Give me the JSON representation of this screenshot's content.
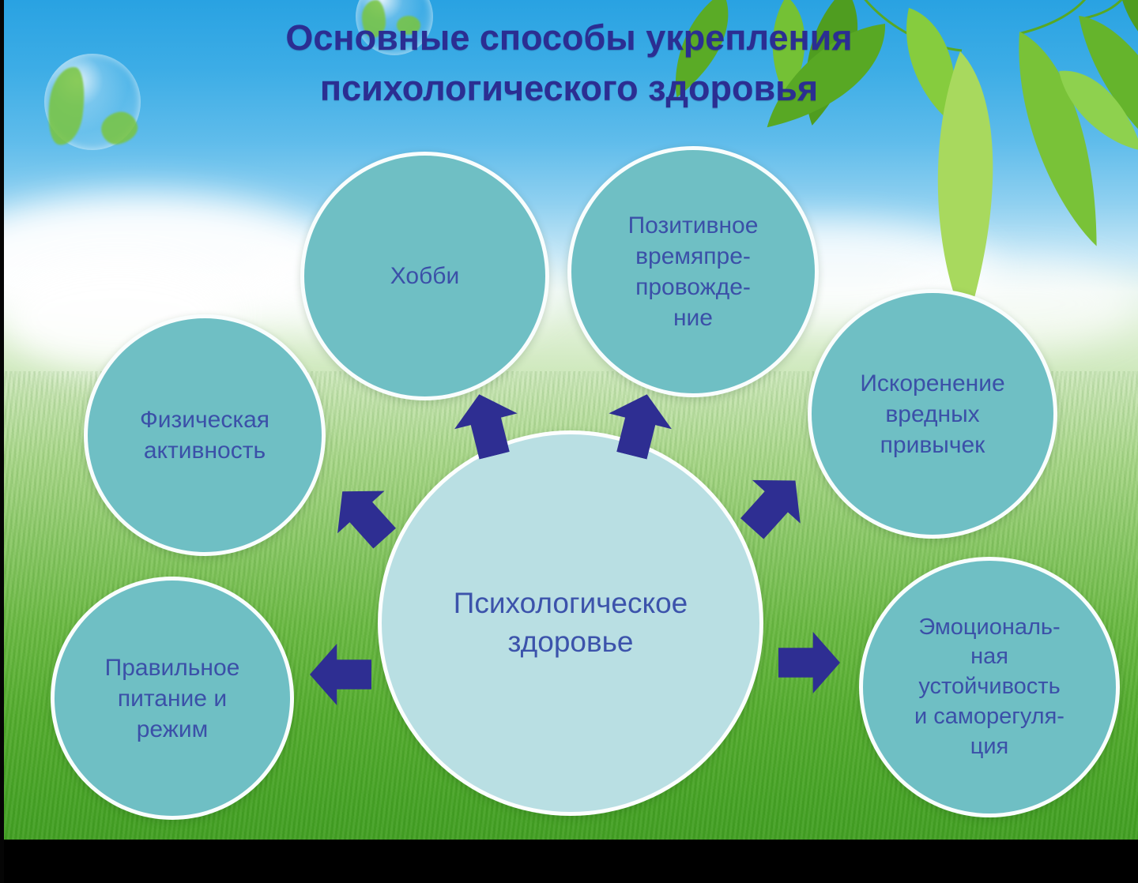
{
  "title": {
    "line1": "Основные способы укрепления",
    "line2": "психологического здоровья"
  },
  "diagram": {
    "center": {
      "name": "psychological-health",
      "lines": [
        "Психологическое",
        "здоровье"
      ]
    },
    "satellites": [
      {
        "name": "hobby",
        "lines": [
          "Хобби"
        ]
      },
      {
        "name": "positive-pastime",
        "lines": [
          "Позитивное",
          "времяпре-",
          "провожде-",
          "ние"
        ]
      },
      {
        "name": "eradication-of-bad-habits",
        "lines": [
          "Искоренение",
          "вредных",
          "привычек"
        ]
      },
      {
        "name": "emotional-stability-and-self-regulation",
        "lines": [
          "Эмоциональ-",
          "ная",
          "устойчивость",
          "и саморегуля-",
          "ция"
        ]
      },
      {
        "name": "proper-nutrition-and-regimen",
        "lines": [
          "Правильное",
          "питание и",
          "режим"
        ]
      },
      {
        "name": "physical-activity",
        "lines": [
          "Физическая",
          "активность"
        ]
      }
    ]
  },
  "icons": {
    "globe_bubble": "globe-bubble-icon",
    "bubble": "bubble-icon",
    "leaves": "leaves-icon",
    "arrows": "block-arrow-icon"
  },
  "colors": {
    "title_text": "#2b2e92",
    "node_text": "#3b50a8",
    "satellite_fill": "#6fbfc4",
    "center_fill": "#b9dfe3",
    "circle_border": "#ffffff",
    "arrow_fill": "#2e2e92",
    "sky_top": "#29a2e2",
    "grass_bottom": "#3f9c21"
  }
}
